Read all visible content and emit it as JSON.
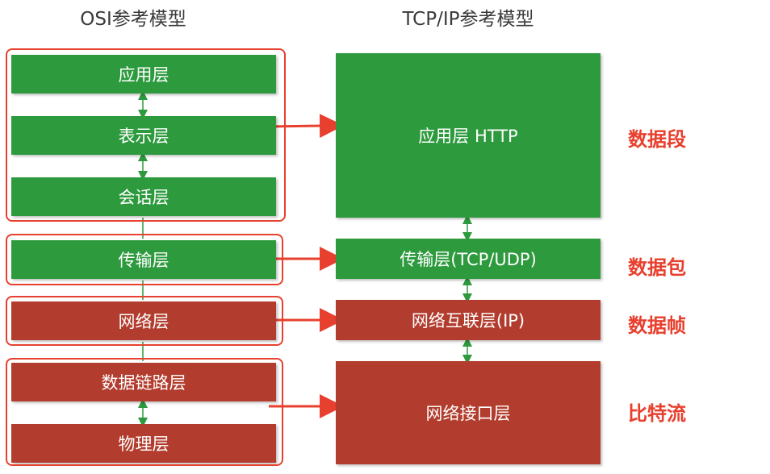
{
  "osi_title": "OSI参考模型",
  "tcpip_title": "TCP/IP参考模型",
  "osi_layers": [
    "应用层",
    "表示层",
    "会话层",
    "传输层",
    "网络层",
    "数据链路层",
    "物理层"
  ],
  "tcpip_layers": [
    "应用层 HTTP",
    "传输层(TCP/UDP)",
    "网络互联层(IP)",
    "网络接口层"
  ],
  "units": [
    "数据段",
    "数据包",
    "数据帧",
    "比特流"
  ],
  "colors": {
    "green": "#2e9a3e",
    "red": "#b23c2d",
    "highlight": "#e8402e",
    "connector": "#2e9a3e"
  }
}
